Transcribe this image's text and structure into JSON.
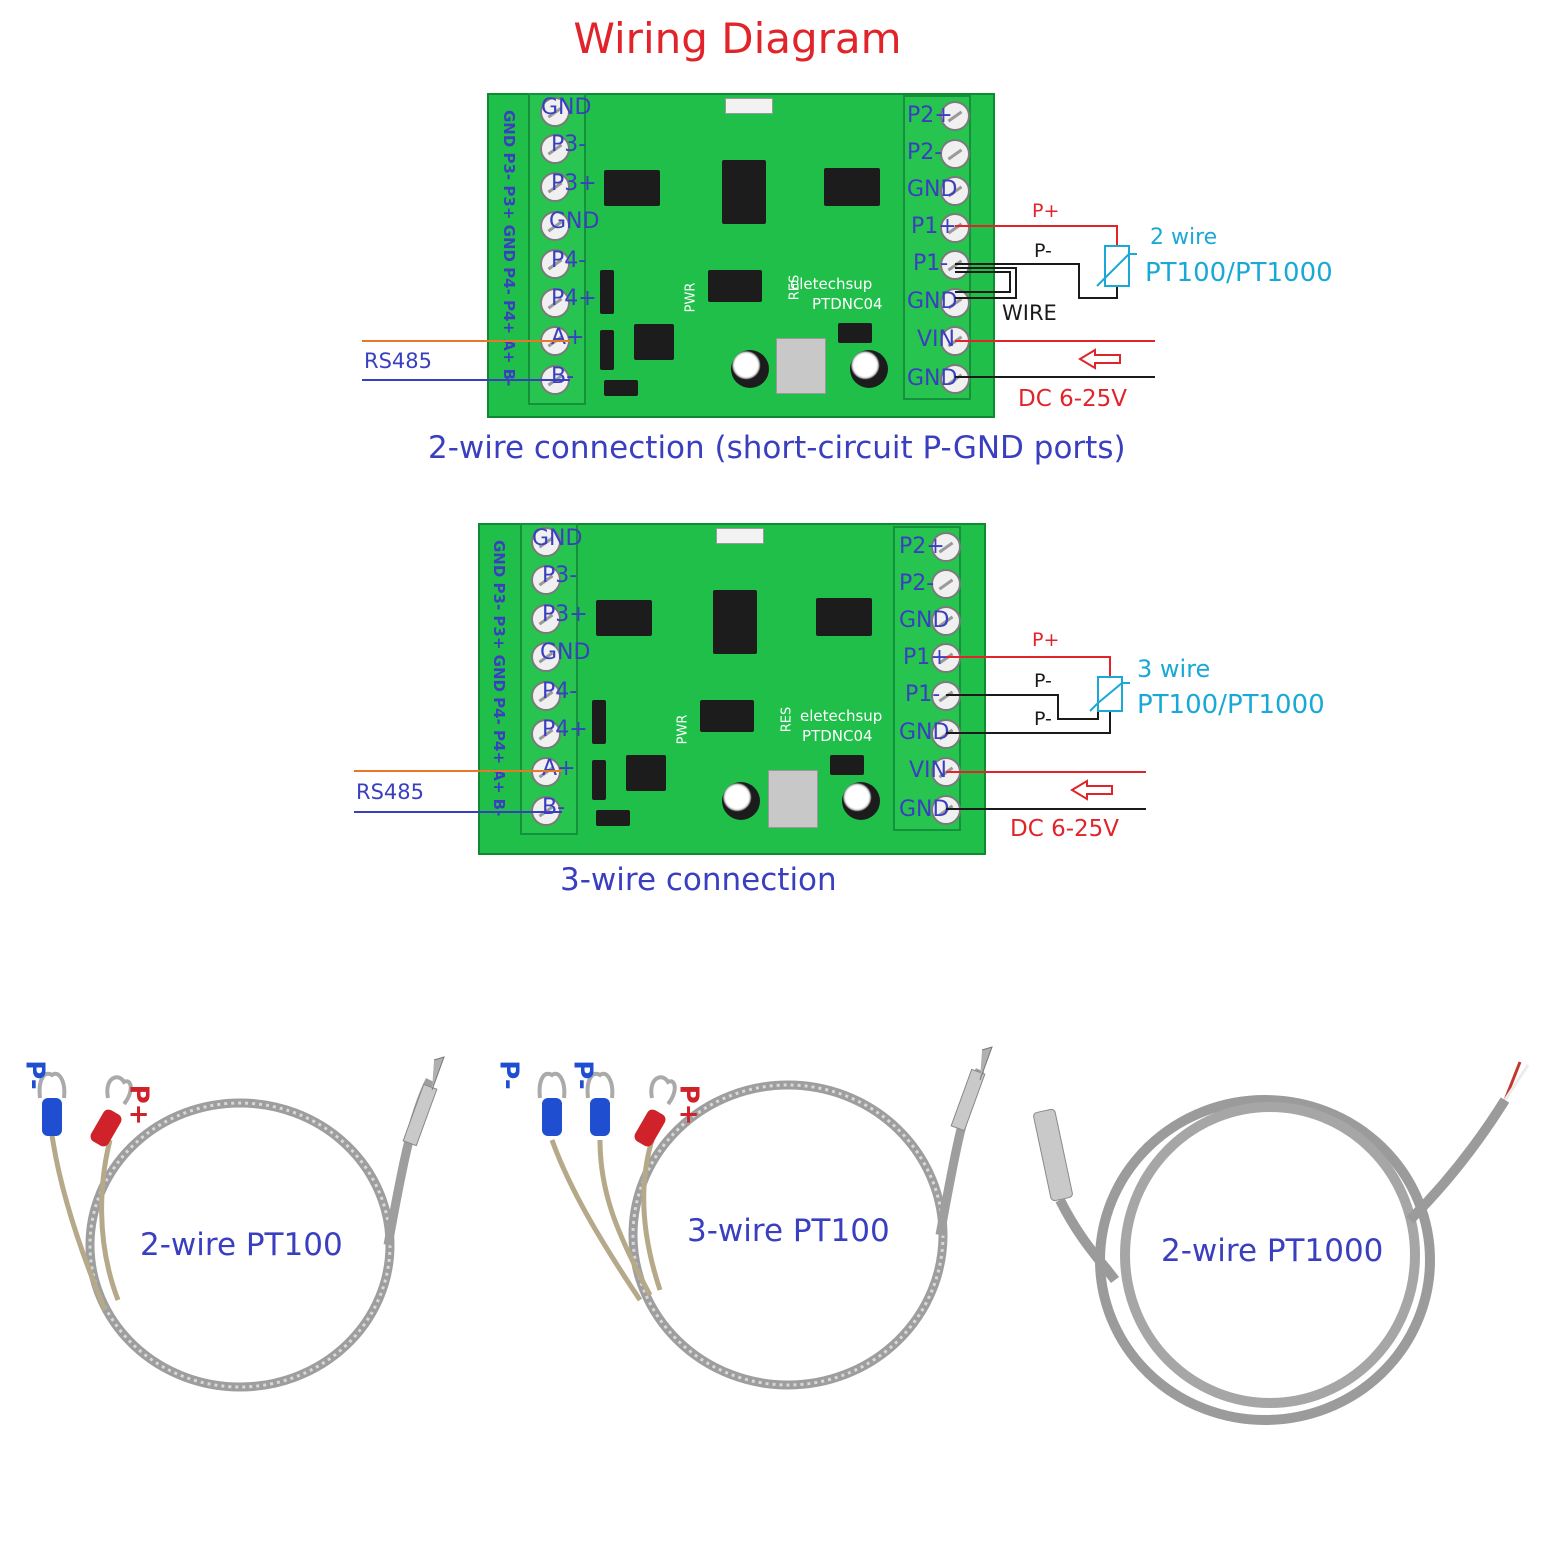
{
  "title": "Wiring Diagram",
  "colors": {
    "title": "#e0242a",
    "board": "#1fbf4a",
    "pin_text": "#3a3fc0",
    "sensor": "#1aa8d6",
    "power_red": "#e0242a",
    "rs485_orange": "#e8772a",
    "rs485_blue": "#3a3fc0"
  },
  "board_labels": {
    "brand": "eletechsup",
    "model": "PTDNC04",
    "pwr": "PWR",
    "res": "RES",
    "side_text": "GND P3- P3+ GND P4- P4+ A+ B-"
  },
  "left_pins": [
    "GND",
    "P3-",
    "P3+",
    "GND",
    "P4-",
    "P4+",
    "A+",
    "B-"
  ],
  "right_pins": [
    "P2+",
    "P2-",
    "GND",
    "P1+",
    "P1-",
    "GND",
    "VIN",
    "GND"
  ],
  "diagram_2wire": {
    "rs485": "RS485",
    "p_plus": "P+",
    "p_minus": "P-",
    "wire": "WIRE",
    "sensor_type": "2 wire",
    "sensor_model": "PT100/PT1000",
    "power": "DC 6-25V",
    "caption": "2-wire connection (short-circuit P-GND ports)"
  },
  "diagram_3wire": {
    "rs485": "RS485",
    "p_plus": "P+",
    "p_minus_1": "P-",
    "p_minus_2": "P-",
    "sensor_type": "3 wire",
    "sensor_model": "PT100/PT1000",
    "power": "DC 6-25V",
    "caption": "3-wire connection"
  },
  "probes": [
    {
      "label": "2-wire PT100",
      "marks": [
        "P-",
        "P+"
      ]
    },
    {
      "label": "3-wire PT100",
      "marks": [
        "P-",
        "P-",
        "P+"
      ]
    },
    {
      "label": "2-wire PT1000"
    }
  ]
}
